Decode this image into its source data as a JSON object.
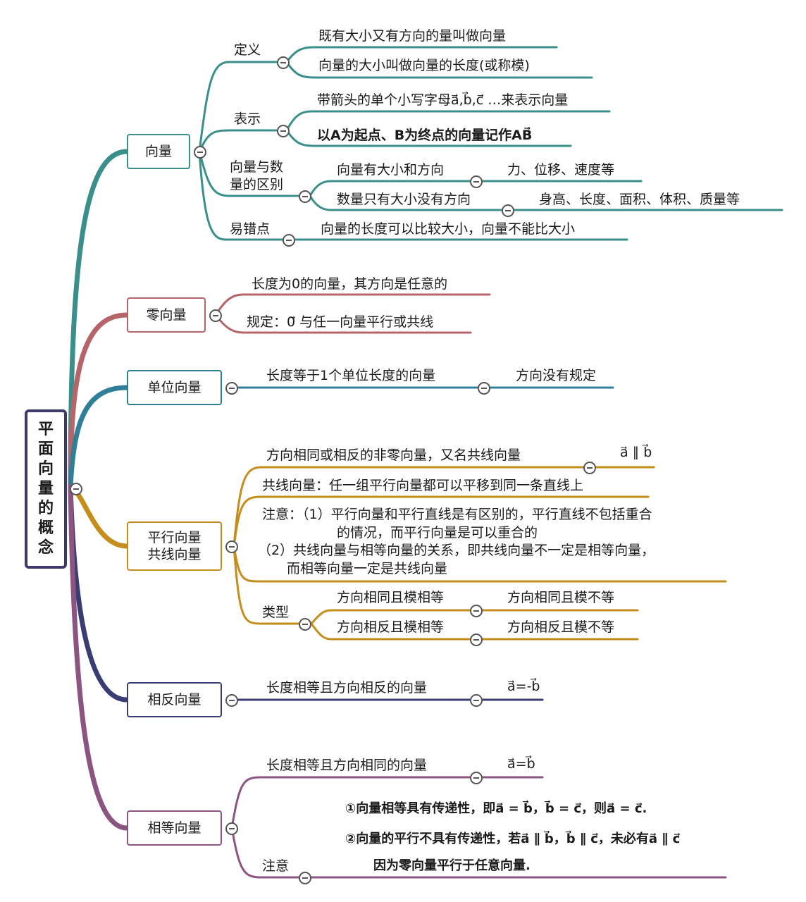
{
  "root": {
    "title": "平面向量的概念"
  },
  "colors": {
    "vector": "#3a8f8a",
    "zero": "#b5646a",
    "unit": "#2f7f98",
    "parallel": "#c48d1c",
    "opposite": "#3a3d73",
    "equal": "#8c5480"
  },
  "vector": {
    "label": "向量",
    "definition": {
      "label": "定义",
      "items": [
        "既有大小又有方向的量叫做向量",
        "向量的大小叫做向量的长度(或称模)"
      ]
    },
    "representation": {
      "label": "表示",
      "item1": "带箭头的单个小写字母a⃗,b⃗,c⃗ …来表示向量",
      "item2": "以A为起点、B为终点的向量记作AB⃗"
    },
    "difference": {
      "label_line1": "向量与数",
      "label_line2": "量的区别",
      "row1": {
        "text": "向量有大小和方向",
        "example": "力、位移、速度等"
      },
      "row2": {
        "text": "数量只有大小没有方向",
        "example": "身高、长度、面积、体积、质量等"
      }
    },
    "pitfall": {
      "label": "易错点",
      "text": "向量的长度可以比较大小，向量不能比大小"
    }
  },
  "zero": {
    "label": "零向量",
    "items": [
      "长度为0的向量，其方向是任意的",
      "规定：0⃗ 与任一向量平行或共线"
    ]
  },
  "unit": {
    "label": "单位向量",
    "text": "长度等于1个单位长度的向量",
    "note": "方向没有规定"
  },
  "parallel": {
    "label_line1": "平行向量",
    "label_line2": "共线向量",
    "item1": "方向相同或相反的非零向量，又名共线向量",
    "item1_formula": "a⃗ ∥ b⃗",
    "item2": "共线向量：任一组平行向量都可以平移到同一条直线上",
    "note": [
      "注意：（1）平行向量和平行直线是有区别的，平行直线不包括重合",
      "的情况，而平行向量是可以重合的",
      "（2）共线向量与相等向量的关系，即共线向量不一定是相等向量，",
      "而相等向量一定是共线向量"
    ],
    "types": {
      "label": "类型",
      "row1": [
        "方向相同且模相等",
        "方向相同且模不等"
      ],
      "row2": [
        "方向相反且模相等",
        "方向相反且模不等"
      ]
    }
  },
  "opposite": {
    "label": "相反向量",
    "text": "长度相等且方向相反的向量",
    "formula": "a⃗=-b⃗"
  },
  "equal": {
    "label": "相等向量",
    "text": "长度相等且方向相同的向量",
    "formula": "a⃗=b⃗",
    "note_label": "注意",
    "notes": [
      "①向量相等具有传递性，即a⃗ = b⃗，b⃗ = c⃗，则a⃗ = c⃗.",
      "②向量的平行不具有传递性，若a⃗ ∥ b⃗，b⃗ ∥ c⃗，未必有a⃗ ∥ c⃗",
      "因为零向量平行于任意向量."
    ]
  }
}
